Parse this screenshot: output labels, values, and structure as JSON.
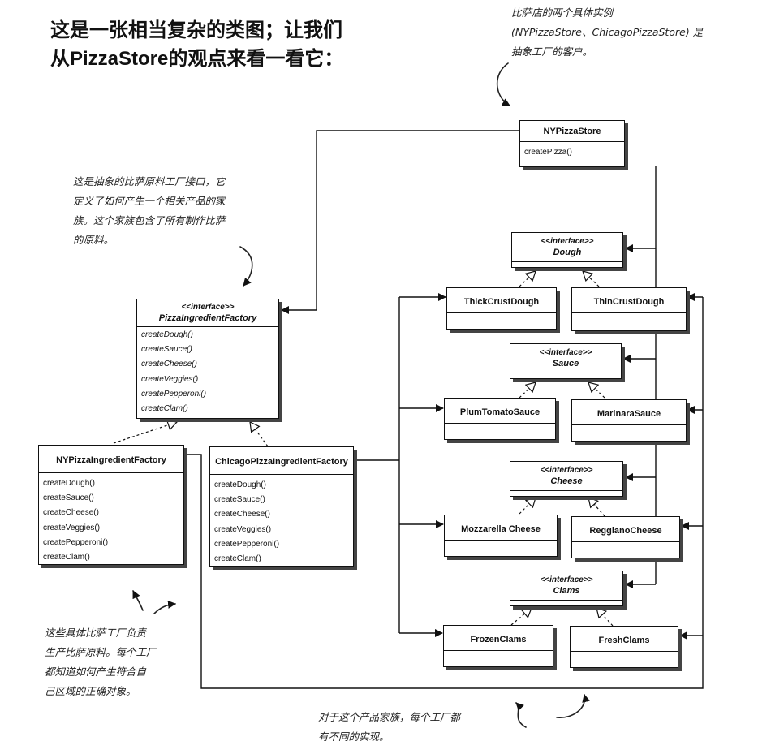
{
  "title": {
    "line1": "这是一张相当复杂的类图；让我们",
    "line2": "从PizzaStore的观点来看一看它："
  },
  "notes": {
    "store_clients": [
      "比萨店的两个具体实例",
      "(NYPizzaStore、ChicagoPizzaStore) 是",
      "抽象工厂的客户。"
    ],
    "factory_interface": [
      "这是抽象的比萨原料工厂接口，它",
      "定义了如何产生一个相关产品的家",
      "族。这个家族包含了所有制作比萨",
      "的原料。"
    ],
    "concrete_factories": [
      "这些具体比萨工厂负责",
      "生产比萨原料。每个工厂",
      "都知道如何产生符合自",
      "己区域的正确对象。"
    ],
    "product_family": [
      "对于这个产品家族，每个工厂都",
      "有不同的实现。"
    ]
  },
  "classes": {
    "ny_pizza_store": {
      "name": "NYPizzaStore",
      "ops": [
        "createPizza()"
      ]
    },
    "factory_interface": {
      "stereotype": "<<interface>>",
      "name": "PizzaIngredientFactory",
      "ops": [
        "createDough()",
        "createSauce()",
        "createCheese()",
        "createVeggies()",
        "createPepperoni()",
        "createClam()"
      ]
    },
    "ny_factory": {
      "name": "NYPizzaIngredientFactory",
      "ops": [
        "createDough()",
        "createSauce()",
        "createCheese()",
        "createVeggies()",
        "createPepperoni()",
        "createClam()"
      ]
    },
    "chicago_factory": {
      "name": "ChicagoPizzaIngredientFactory",
      "ops": [
        "createDough()",
        "createSauce()",
        "createCheese()",
        "createVeggies()",
        "createPepperoni()",
        "createClam()"
      ]
    },
    "dough": {
      "stereotype": "<<interface>>",
      "name": "Dough"
    },
    "thick_crust": {
      "name": "ThickCrustDough"
    },
    "thin_crust": {
      "name": "ThinCrustDough"
    },
    "sauce": {
      "stereotype": "<<interface>>",
      "name": "Sauce"
    },
    "plum_tomato": {
      "name": "PlumTomatoSauce"
    },
    "marinara": {
      "name": "MarinaraSauce"
    },
    "cheese": {
      "stereotype": "<<interface>>",
      "name": "Cheese"
    },
    "mozzarella": {
      "name": "Mozzarella Cheese"
    },
    "reggiano": {
      "name": "ReggianoCheese"
    },
    "clams": {
      "stereotype": "<<interface>>",
      "name": "Clams"
    },
    "frozen_clams": {
      "name": "FrozenClams"
    },
    "fresh_clams": {
      "name": "FreshClams"
    }
  }
}
